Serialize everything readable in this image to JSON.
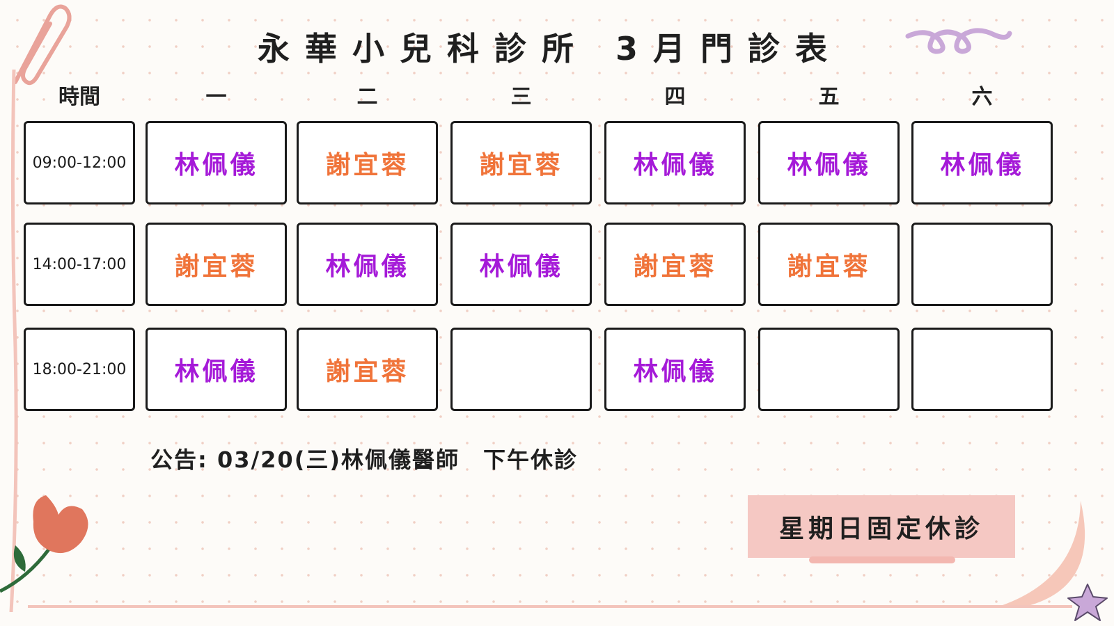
{
  "title": "永華小兒科診所 3月門診表",
  "header": {
    "time_label": "時間",
    "days": [
      "一",
      "二",
      "三",
      "四",
      "五",
      "六"
    ]
  },
  "schedule": {
    "rows": [
      {
        "time": "09:00-12:00",
        "cells": [
          "林佩儀",
          "謝宜蓉",
          "謝宜蓉",
          "林佩儀",
          "林佩儀",
          "林佩儀"
        ]
      },
      {
        "time": "14:00-17:00",
        "cells": [
          "謝宜蓉",
          "林佩儀",
          "林佩儀",
          "謝宜蓉",
          "謝宜蓉",
          ""
        ]
      },
      {
        "time": "18:00-21:00",
        "cells": [
          "林佩儀",
          "謝宜蓉",
          "",
          "林佩儀",
          "",
          ""
        ]
      }
    ]
  },
  "doctor_colors": {
    "林佩儀": "#a51ad8",
    "謝宜蓉": "#f0743a"
  },
  "notice": "公告: 03/20(三)林佩儀醫師　下午休診",
  "closed_note": "星期日固定休診",
  "colors": {
    "accent_pink": "#f5c8c3",
    "border": "#1a1a1a"
  }
}
